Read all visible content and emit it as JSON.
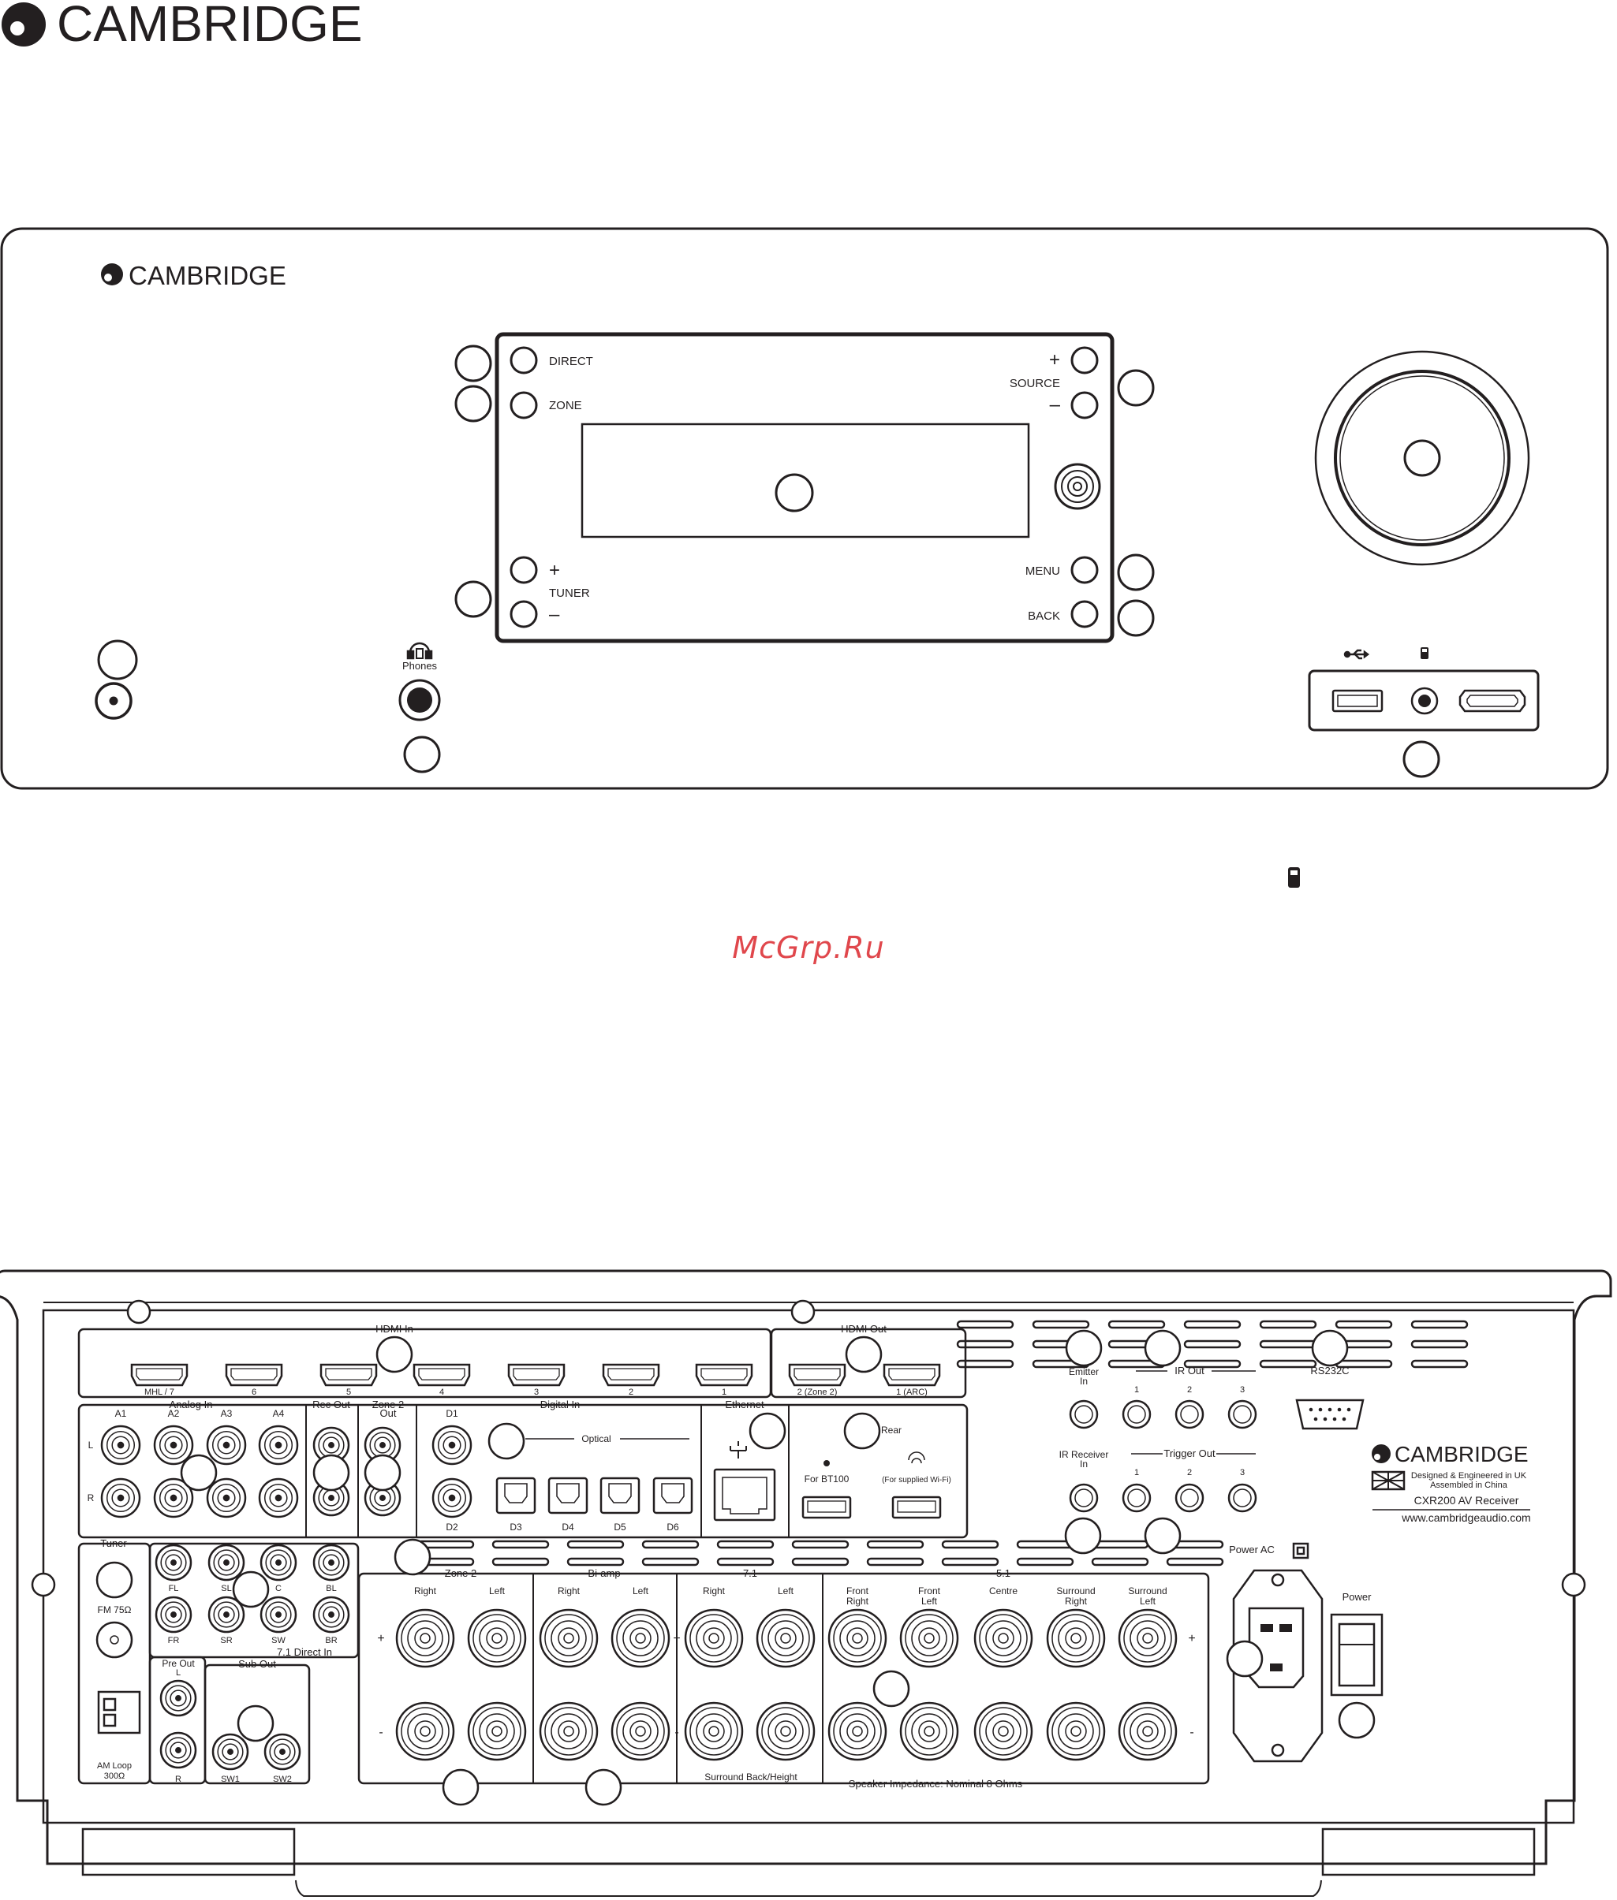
{
  "header": {
    "brand": "CAMBRIDGE"
  },
  "watermark": "McGrp.Ru",
  "front_panel": {
    "brand": "CAMBRIDGE",
    "buttons": {
      "direct": "DIRECT",
      "zone": "ZONE",
      "source": "SOURCE",
      "tuner": "TUNER",
      "menu": "MENU",
      "back": "BACK",
      "plus": "+",
      "minus": "–"
    },
    "phones": "Phones"
  },
  "rear_panel": {
    "hdmi_in": {
      "title": "HDMI In",
      "ports": [
        "MHL / 7",
        "6",
        "5",
        "4",
        "3",
        "2",
        "1"
      ]
    },
    "hdmi_out": {
      "title": "HDMI Out",
      "ports": [
        "2 (Zone 2)",
        "1 (ARC)"
      ]
    },
    "analog_in": {
      "title": "Analog In",
      "cols": [
        "A1",
        "A2",
        "A3",
        "A4"
      ],
      "rows": [
        "L",
        "R"
      ]
    },
    "rec_out": "Rec Out",
    "zone2_out": "Zone 2 Out",
    "digital_in": {
      "title": "Digital In",
      "optical": "Optical",
      "coax": [
        "D1",
        "D2"
      ],
      "optical_ports": [
        "D3",
        "D4",
        "D5",
        "D6"
      ]
    },
    "ethernet": "Ethernet",
    "usb": {
      "bt": "For BT100",
      "wifi": "(For supplied Wi-Fi)",
      "rear": "Rear"
    },
    "ir": {
      "emitter_in": "Emitter In",
      "ir_out": "IR Out",
      "receiver_in": "IR Receiver In",
      "trigger_out": "Trigger Out",
      "nums": [
        "1",
        "2",
        "3"
      ]
    },
    "rs232": "RS232C",
    "label": {
      "brand": "CAMBRIDGE",
      "line1": "Designed & Engineered in UK",
      "line2": "Assembled in China",
      "model": "CXR200 AV Receiver",
      "url": "www.cambridgeaudio.com"
    },
    "tuner": {
      "title": "Tuner",
      "fm": "FM 75Ω",
      "am1": "AM Loop",
      "am2": "300Ω"
    },
    "direct_in": {
      "title": "7.1 Direct In",
      "row1": [
        "FL",
        "SL",
        "C",
        "BL"
      ],
      "row2": [
        "FR",
        "SR",
        "SW",
        "BR"
      ]
    },
    "pre_out": {
      "title": "Pre Out",
      "l": "L",
      "r": "R"
    },
    "sub_out": {
      "title": "Sub Out",
      "ports": [
        "SW1",
        "SW2"
      ]
    },
    "speakers": {
      "zone2": "Zone 2",
      "biamp": "Bi-amp",
      "s71": "7.1",
      "s51": "5.1",
      "right": "Right",
      "left": "Left",
      "front_right": [
        "Front",
        "Right"
      ],
      "front_left": [
        "Front",
        "Left"
      ],
      "centre": "Centre",
      "surround_right": [
        "Surround",
        "Right"
      ],
      "surround_left": [
        "Surround",
        "Left"
      ],
      "surround_back": "Surround Back/Height",
      "impedance": "Speaker Impedance: Nominal 8 Ohms",
      "plus": "+",
      "minus": "-"
    },
    "power_ac": "Power AC",
    "power": "Power"
  }
}
